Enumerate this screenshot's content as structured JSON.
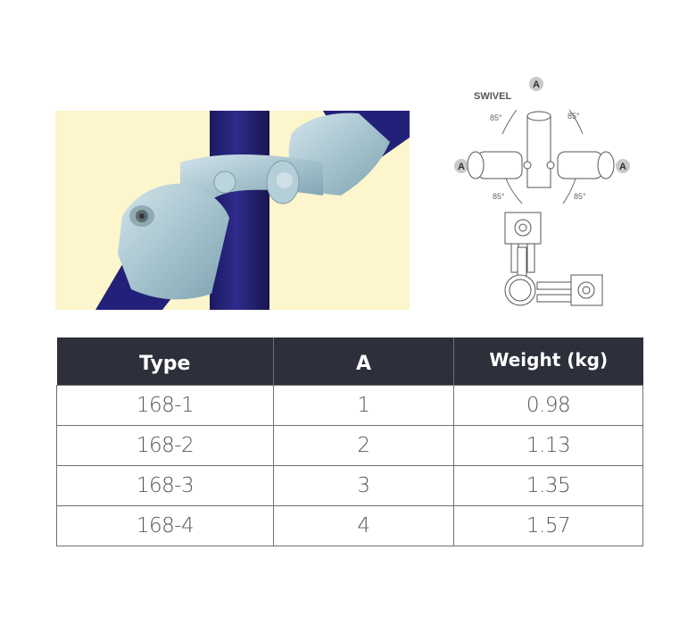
{
  "photo": {
    "alt": "swivel clamp fitting on blue tubes",
    "colors": {
      "background": "#fdf5cc",
      "tube": "#25237a",
      "fitting": "#a9c8d2"
    }
  },
  "diagram": {
    "title": "SWIVEL",
    "labels": {
      "top": "A",
      "left": "A",
      "right": "A"
    },
    "angles": [
      "85°",
      "85°",
      "85°",
      "85°"
    ]
  },
  "table": {
    "headers": {
      "type": "Type",
      "a": "A",
      "weight": "Weight (kg)"
    },
    "rows": [
      {
        "type": "168-1",
        "a": "1",
        "weight": "0.98"
      },
      {
        "type": "168-2",
        "a": "2",
        "weight": "1.13"
      },
      {
        "type": "168-3",
        "a": "3",
        "weight": "1.35"
      },
      {
        "type": "168-4",
        "a": "4",
        "weight": "1.57"
      }
    ],
    "colors": {
      "header_bg": "#2d2f3b",
      "header_text": "#ffffff",
      "border": "#707070"
    }
  }
}
